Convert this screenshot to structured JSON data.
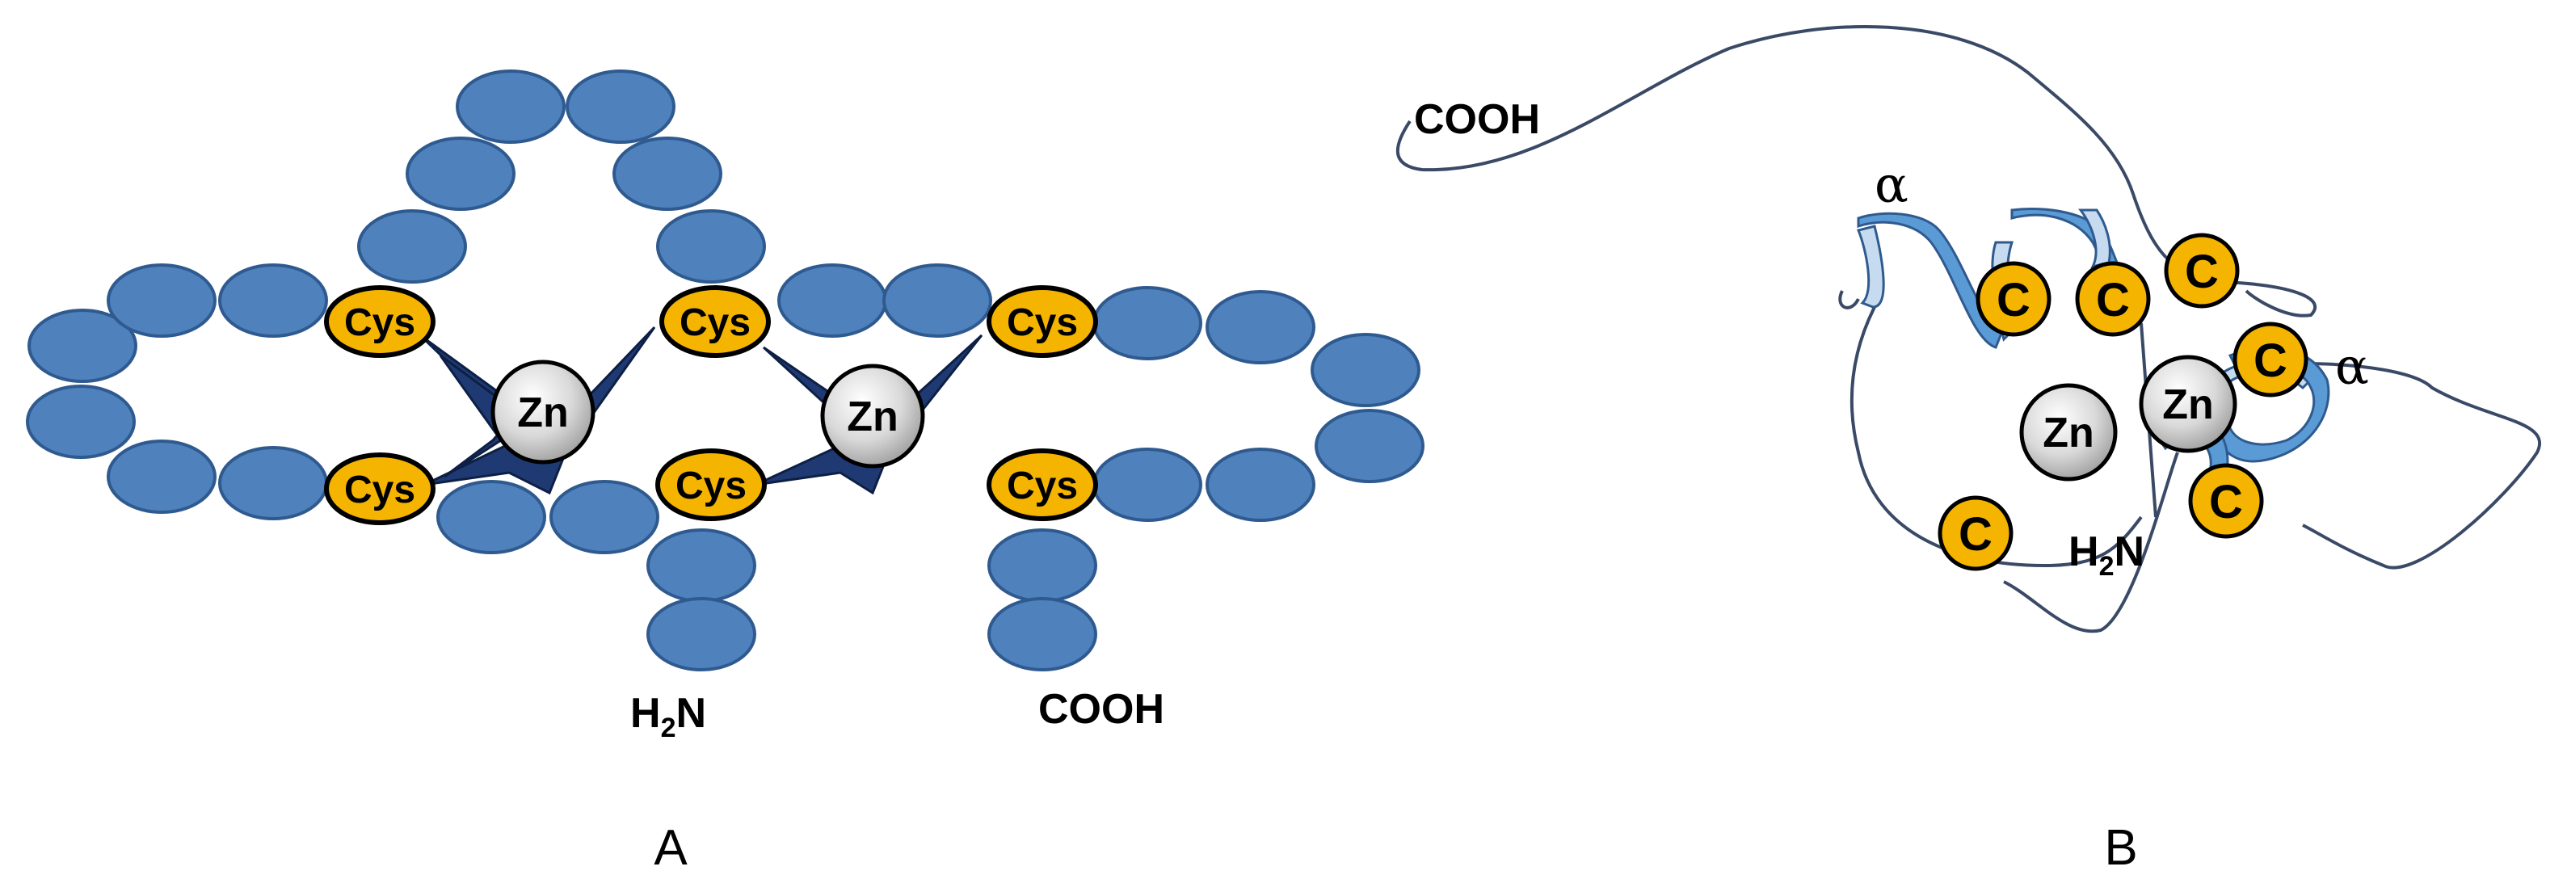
{
  "panel_a": {
    "label": "A",
    "residue_label": "Cys",
    "metal_label": "Zn",
    "n_terminus": {
      "prefix": "H",
      "subscript": "2",
      "suffix": "N"
    },
    "c_terminus": "COOH"
  },
  "panel_b": {
    "label": "B",
    "c_terminus": "COOH",
    "n_terminus": {
      "prefix": "H",
      "subscript": "2",
      "suffix": "N"
    },
    "helix_label": "α",
    "cysteine_label": "C",
    "metal_label": "Zn"
  },
  "colors": {
    "bead": "#4f81bd",
    "cysteine": "#f5b400",
    "zinc": "#d9d9d9",
    "coordination_star": "#1f3a73",
    "helix": "#5b9bd5"
  }
}
